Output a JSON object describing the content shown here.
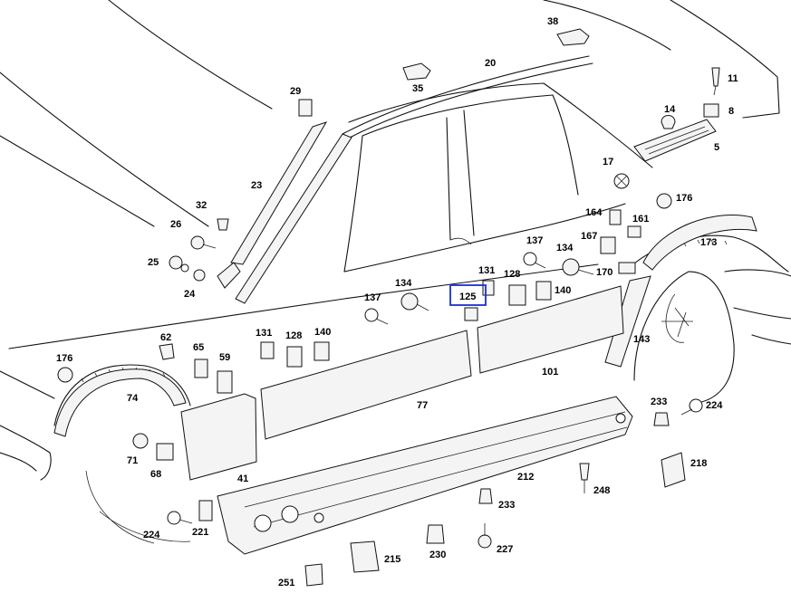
{
  "labels": {
    "p38": "38",
    "p20": "20",
    "p35": "35",
    "p11": "11",
    "p29": "29",
    "p14": "14",
    "p8": "8",
    "p5": "5",
    "p23": "23",
    "p17": "17",
    "p176r": "176",
    "p32": "32",
    "p164": "164",
    "p161": "161",
    "p26": "26",
    "p167": "167",
    "p173": "173",
    "p137a": "137",
    "p25": "25",
    "p134a": "134",
    "p131a": "131",
    "p128a": "128",
    "p170": "170",
    "p24": "24",
    "p134b": "134",
    "p140a": "140",
    "p137b": "137",
    "p125": "125",
    "p62": "62",
    "p131b": "131",
    "p128b": "128",
    "p140b": "140",
    "p143": "143",
    "p176l": "176",
    "p65": "65",
    "p59": "59",
    "p101": "101",
    "p74": "74",
    "p77": "77",
    "p233a": "233",
    "p224r": "224",
    "p71": "71",
    "p68": "68",
    "p41": "41",
    "p212": "212",
    "p218": "218",
    "p248": "248",
    "p233b": "233",
    "p224l": "224",
    "p221": "221",
    "p230": "230",
    "p227": "227",
    "p215": "215",
    "p251": "251"
  },
  "highlight": {
    "part": "125",
    "color": "#1a2fd0"
  }
}
